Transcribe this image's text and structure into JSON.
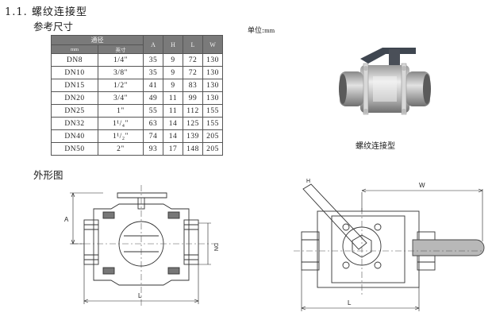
{
  "section_title": "1.1. 螺纹连接型",
  "ref_title": "参考尺寸",
  "unit": {
    "label": "单位:",
    "value": "mm"
  },
  "table": {
    "group_header": "通径",
    "sub_headers": [
      "mm",
      "英寸"
    ],
    "col_headers": [
      "A",
      "H",
      "L",
      "W"
    ],
    "rows": [
      {
        "dn": "DN8",
        "inch": "1/4\"",
        "A": "35",
        "H": "9",
        "L": "72",
        "W": "130"
      },
      {
        "dn": "DN10",
        "inch": "3/8\"",
        "A": "35",
        "H": "9",
        "L": "72",
        "W": "130"
      },
      {
        "dn": "DN15",
        "inch": "1/2\"",
        "A": "41",
        "H": "9",
        "L": "83",
        "W": "130"
      },
      {
        "dn": "DN20",
        "inch": "3/4\"",
        "A": "49",
        "H": "11",
        "L": "99",
        "W": "130"
      },
      {
        "dn": "DN25",
        "inch": "1\"",
        "A": "55",
        "H": "11",
        "L": "112",
        "W": "155"
      },
      {
        "dn": "DN32",
        "inch": "1¹/₄\"",
        "A": "63",
        "H": "14",
        "L": "125",
        "W": "155"
      },
      {
        "dn": "DN40",
        "inch": "1¹/₂\"",
        "A": "74",
        "H": "14",
        "L": "139",
        "W": "205"
      },
      {
        "dn": "DN50",
        "inch": "2\"",
        "A": "93",
        "H": "17",
        "L": "148",
        "W": "205"
      }
    ]
  },
  "photo_caption": "螺纹连接型",
  "dims_heading": "外形图",
  "drawing_labels": {
    "A": "A",
    "L": "L",
    "DN": "DN",
    "H": "H",
    "W": "W"
  }
}
